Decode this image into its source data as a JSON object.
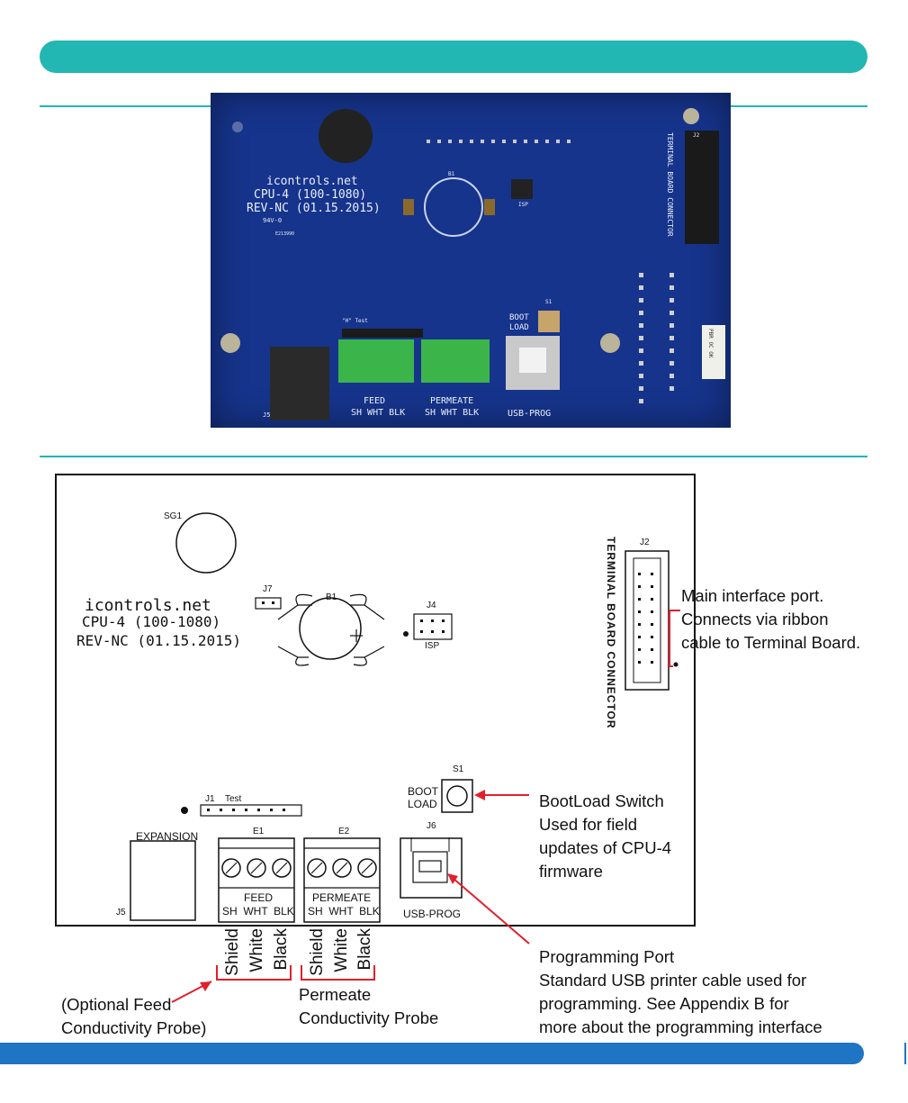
{
  "photo": {
    "brand": "icontrols.net",
    "model": "CPU-4 (100-1080)",
    "revision": "REV-NC (01.15.2015)",
    "rating": "94V-0",
    "cert": "E213990",
    "battery": "B1",
    "isp": "ISP",
    "test": "\"H\" Test",
    "boot": "BOOT",
    "load": "LOAD",
    "s1": "S1",
    "feed_title": "FEED",
    "feed_pins": "SH WHT BLK",
    "permeate_title": "PERMEATE",
    "permeate_pins": "SH WHT BLK",
    "usb": "USB-PROG",
    "terminal_connector": "TERMINAL BOARD CONNECTOR",
    "j5": "J5",
    "j2": "J2",
    "sticker": "PBR OC OK"
  },
  "diagram": {
    "sg1": "SG1",
    "brand": "icontrols.net",
    "model": "CPU-4 (100-1080)",
    "revision": "REV-NC (01.15.2015)",
    "j7": "J7",
    "b1": "B1",
    "j4": "J4",
    "isp": "ISP",
    "j2": "J2",
    "terminal": "TERMINAL BOARD CONNECTOR",
    "s1": "S1",
    "boot": "BOOT",
    "load": "LOAD",
    "j1": "J1",
    "test": "Test",
    "expansion": "EXPANSION",
    "j5": "J5",
    "e1": "E1",
    "e2": "E2",
    "j6": "J6",
    "feed": "FEED",
    "feed_pins": "SH  WHT  BLK",
    "permeate": "PERMEATE",
    "permeate_pins": "SH  WHT  BLK",
    "usb": "USB-PROG"
  },
  "wires": {
    "feed": [
      "Shield",
      "White",
      "Black"
    ],
    "permeate": [
      "Shield",
      "White",
      "Black"
    ]
  },
  "callouts": {
    "main_port": [
      "Main interface port.",
      "Connects via ribbon",
      "cable to Terminal Board."
    ],
    "bootload": [
      "BootLoad Switch",
      "Used for field",
      "updates of CPU-4",
      "firmware"
    ],
    "programming": [
      "Programming Port",
      "Standard USB printer cable used for",
      "programming. See Appendix B for",
      "more about the programming interface"
    ],
    "feed_probe": [
      "(Optional Feed",
      "Conductivity Probe)"
    ],
    "permeate_probe": [
      "Permeate",
      "Conductivity Probe"
    ]
  },
  "colors": {
    "teal": "#22b7b3",
    "blue": "#1f74c4",
    "pcb": "#16348c",
    "red": "#e2202c"
  }
}
